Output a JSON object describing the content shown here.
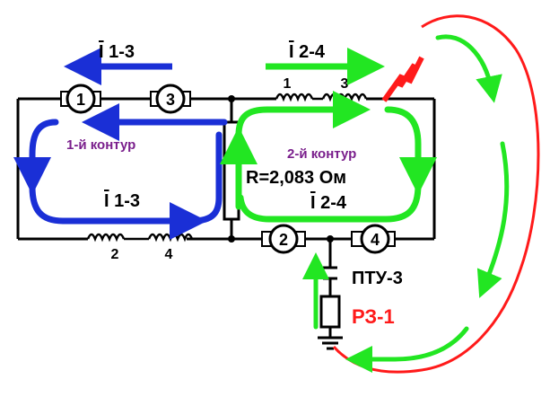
{
  "colors": {
    "wire": "#000000",
    "current13": "#1a2fd6",
    "current24": "#22e622",
    "fault": "#ff1a1a",
    "contour": "#7a1f8c",
    "label": "#000000",
    "relay": "#ff1a1a"
  },
  "machines": {
    "m1": "1",
    "m3": "3",
    "m2": "2",
    "m4": "4"
  },
  "windings": {
    "top1": "1",
    "top3": "3",
    "bottom2": "2",
    "bottom4": "4"
  },
  "labels": {
    "current_top_left": {
      "roman": "I",
      "rest": " 1-3"
    },
    "current_top_right": {
      "roman": "I",
      "rest": " 2-4"
    },
    "current_inner_left": {
      "roman": "I",
      "rest": " 1-3"
    },
    "current_inner_right": {
      "roman": "I",
      "rest": " 2-4"
    },
    "contour1": "1-й контур",
    "contour2": "2-й контур",
    "resistance": "R=2,083 Ом",
    "switch": "ПТУ-3",
    "relay": "РЗ-1"
  },
  "icons": {
    "fault": "lightning-bolt-icon",
    "ground": "ground-symbol-icon"
  }
}
